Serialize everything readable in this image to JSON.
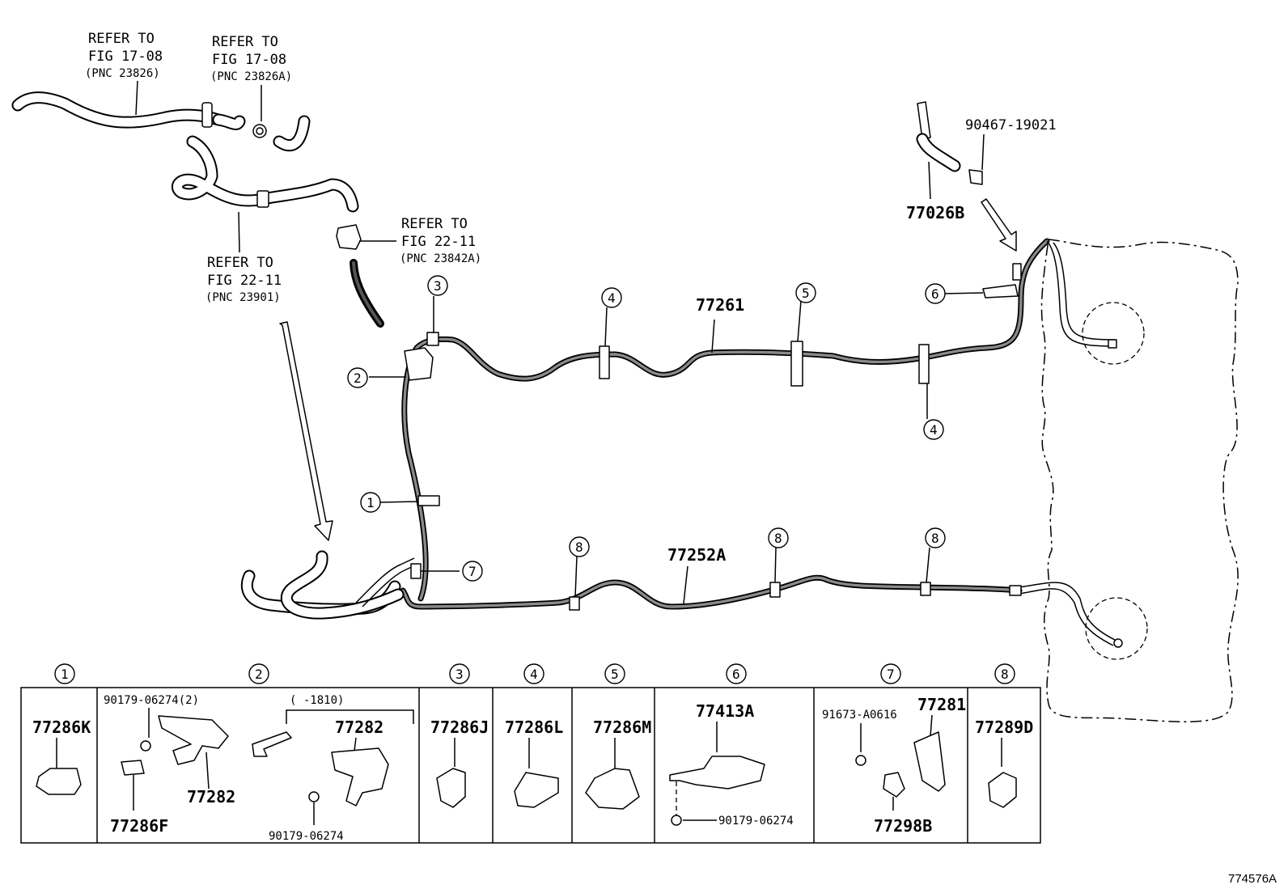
{
  "refs": {
    "ref1": {
      "line1": "REFER TO",
      "line2": "FIG 17-08",
      "line3": "(PNC 23826)"
    },
    "ref2": {
      "line1": "REFER TO",
      "line2": "FIG 17-08",
      "line3": "(PNC 23826A)"
    },
    "ref3": {
      "line1": "REFER TO",
      "line2": "FIG 22-11",
      "line3": "(PNC 23901)"
    },
    "ref4": {
      "line1": "REFER TO",
      "line2": "FIG 22-11",
      "line3": "(PNC 23842A)"
    }
  },
  "main": {
    "top_fitting_code": "90467-19021",
    "hose_code": "77026B",
    "upper_tube_code": "77261",
    "lower_tube_code": "77252A",
    "callouts": {
      "c1": "1",
      "c2": "2",
      "c3": "3",
      "c4a": "4",
      "c4b": "4",
      "c5": "5",
      "c6": "6",
      "c7": "7",
      "c8a": "8",
      "c8b": "8",
      "c8c": "8"
    }
  },
  "panels": {
    "p1": {
      "num": "1",
      "part": "77286K"
    },
    "p2": {
      "num": "2",
      "bolt_qty": "90179-06274(2)",
      "date_range": "(    -1810)",
      "bracket_new": "77282",
      "bracket_old": "77282",
      "clamp": "77286F",
      "bolt": "90179-06274"
    },
    "p3": {
      "num": "3",
      "part": "77286J"
    },
    "p4": {
      "num": "4",
      "part": "77286L"
    },
    "p5": {
      "num": "5",
      "part": "77286M"
    },
    "p6": {
      "num": "6",
      "part": "77413A",
      "bolt": "90179-06274"
    },
    "p7": {
      "num": "7",
      "bolt": "91673-A0616",
      "bracket": "77281",
      "clamp": "77298B"
    },
    "p8": {
      "num": "8",
      "part": "77289D"
    }
  },
  "figure_id": "774576A"
}
